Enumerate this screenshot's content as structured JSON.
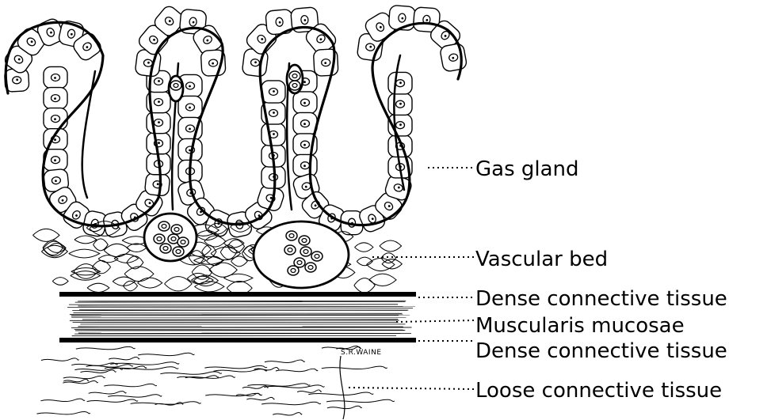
{
  "labels": {
    "gas_gland": "Gas gland",
    "vascular_bed": "Vascular bed",
    "dense_connective_upper": "Dense connective tissue",
    "muscularis": "Muscularis mucosae",
    "dense_connective_lower": "Dense connective tissue",
    "loose_connective": "Loose connective tissue"
  },
  "signature": "S.R.WAINE",
  "colors": {
    "ink": "#000000",
    "paper": "#ffffff"
  }
}
